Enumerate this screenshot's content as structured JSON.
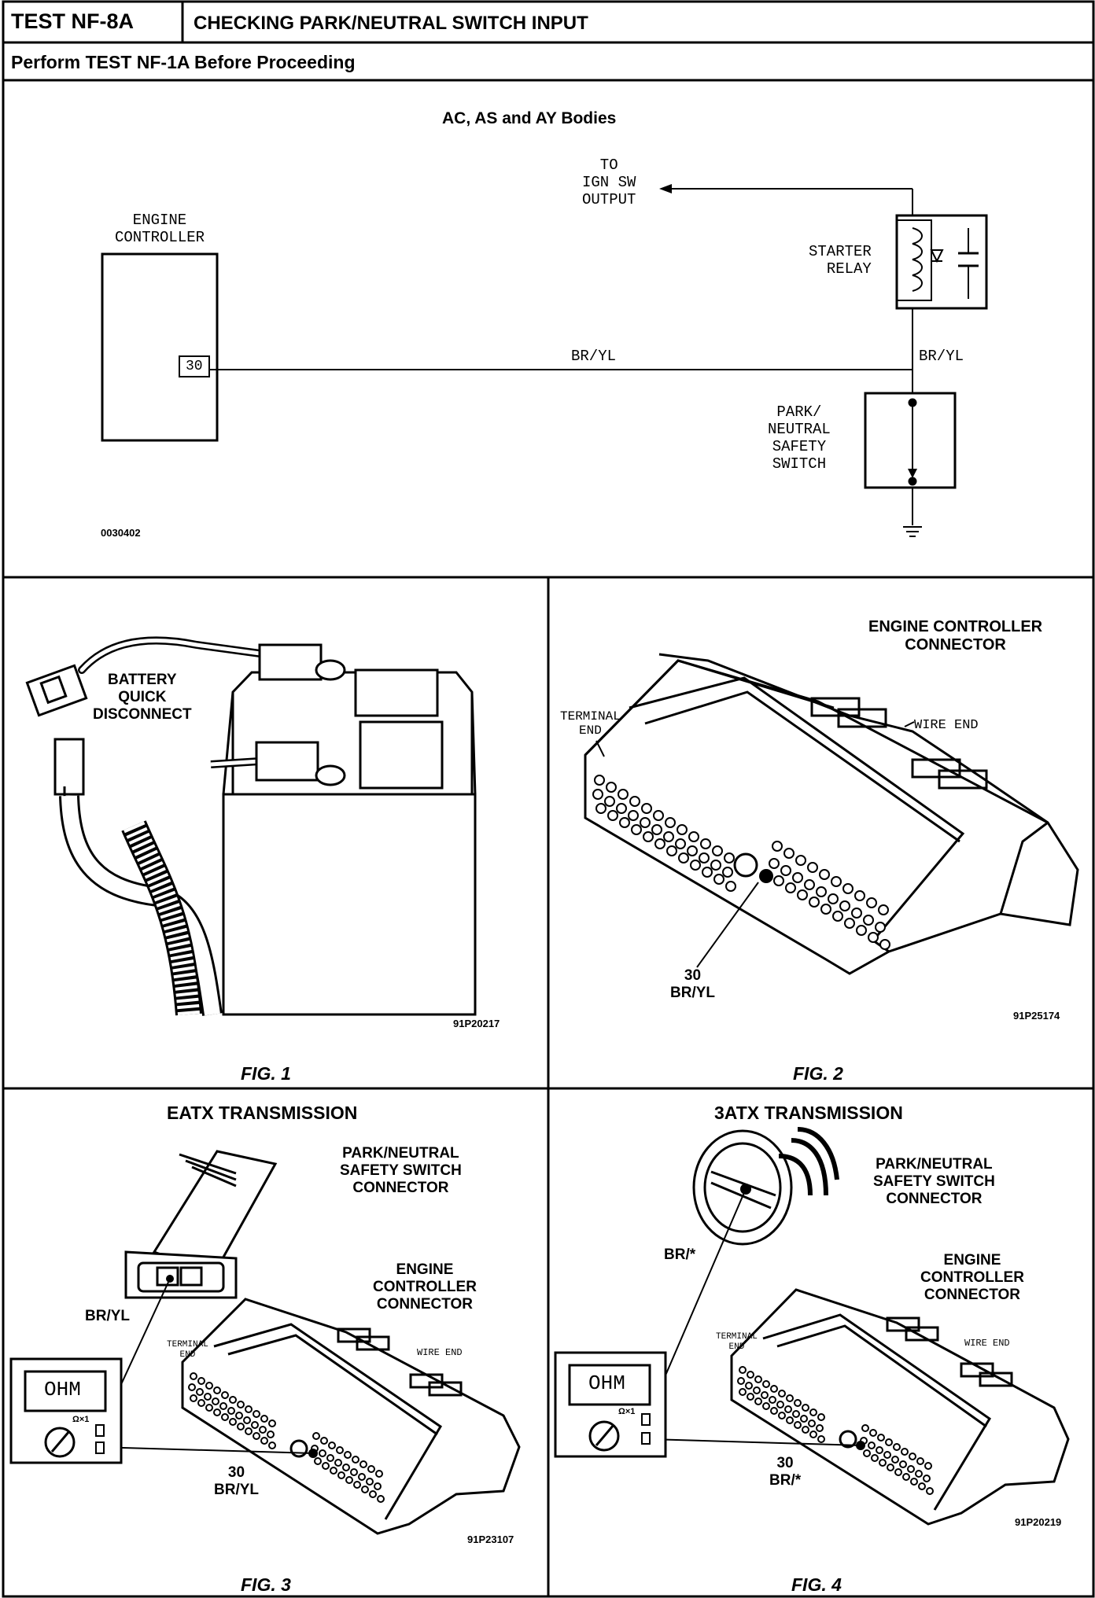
{
  "header": {
    "test_id": "TEST NF-8A",
    "title": "CHECKING PARK/NEUTRAL SWITCH INPUT",
    "subtitle": "Perform TEST NF-1A Before Proceeding"
  },
  "schematic": {
    "title": "AC, AS and AY Bodies",
    "engine_controller": "ENGINE\nCONTROLLER",
    "pin": "30",
    "to_ign": "TO\nIGN SW\nOUTPUT",
    "starter_relay": "STARTER\nRELAY",
    "wire_left": "BR/YL",
    "wire_right": "BR/YL",
    "park_switch": "PARK/\nNEUTRAL\nSAFETY\nSWITCH",
    "image_id": "0030402"
  },
  "fig1": {
    "label": "BATTERY\nQUICK\nDISCONNECT",
    "image_id": "91P20217",
    "caption": "FIG. 1"
  },
  "fig2": {
    "title": "ENGINE CONTROLLER\nCONNECTOR",
    "terminal_end": "TERMINAL\nEND",
    "wire_end": "WIRE END",
    "pin_label": "30\nBR/YL",
    "image_id": "91P25174",
    "caption": "FIG. 2"
  },
  "fig3": {
    "title": "EATX TRANSMISSION",
    "switch_connector": "PARK/NEUTRAL\nSAFETY SWITCH\nCONNECTOR",
    "engine_connector": "ENGINE\nCONTROLLER\nCONNECTOR",
    "wire": "BR/YL",
    "terminal_end": "TERMINAL\nEND",
    "wire_end": "WIRE END",
    "meter": "OHM",
    "range": "Ω×1",
    "pin_label": "30\nBR/YL",
    "image_id": "91P23107",
    "caption": "FIG. 3"
  },
  "fig4": {
    "title": "3ATX TRANSMISSION",
    "switch_connector": "PARK/NEUTRAL\nSAFETY SWITCH\nCONNECTOR",
    "engine_connector": "ENGINE\nCONTROLLER\nCONNECTOR",
    "wire": "BR/*",
    "terminal_end": "TERMINAL\nEND",
    "wire_end": "WIRE END",
    "meter": "OHM",
    "range": "Ω×1",
    "pin_label": "30\nBR/*",
    "image_id": "91P20219",
    "caption": "FIG. 4"
  }
}
